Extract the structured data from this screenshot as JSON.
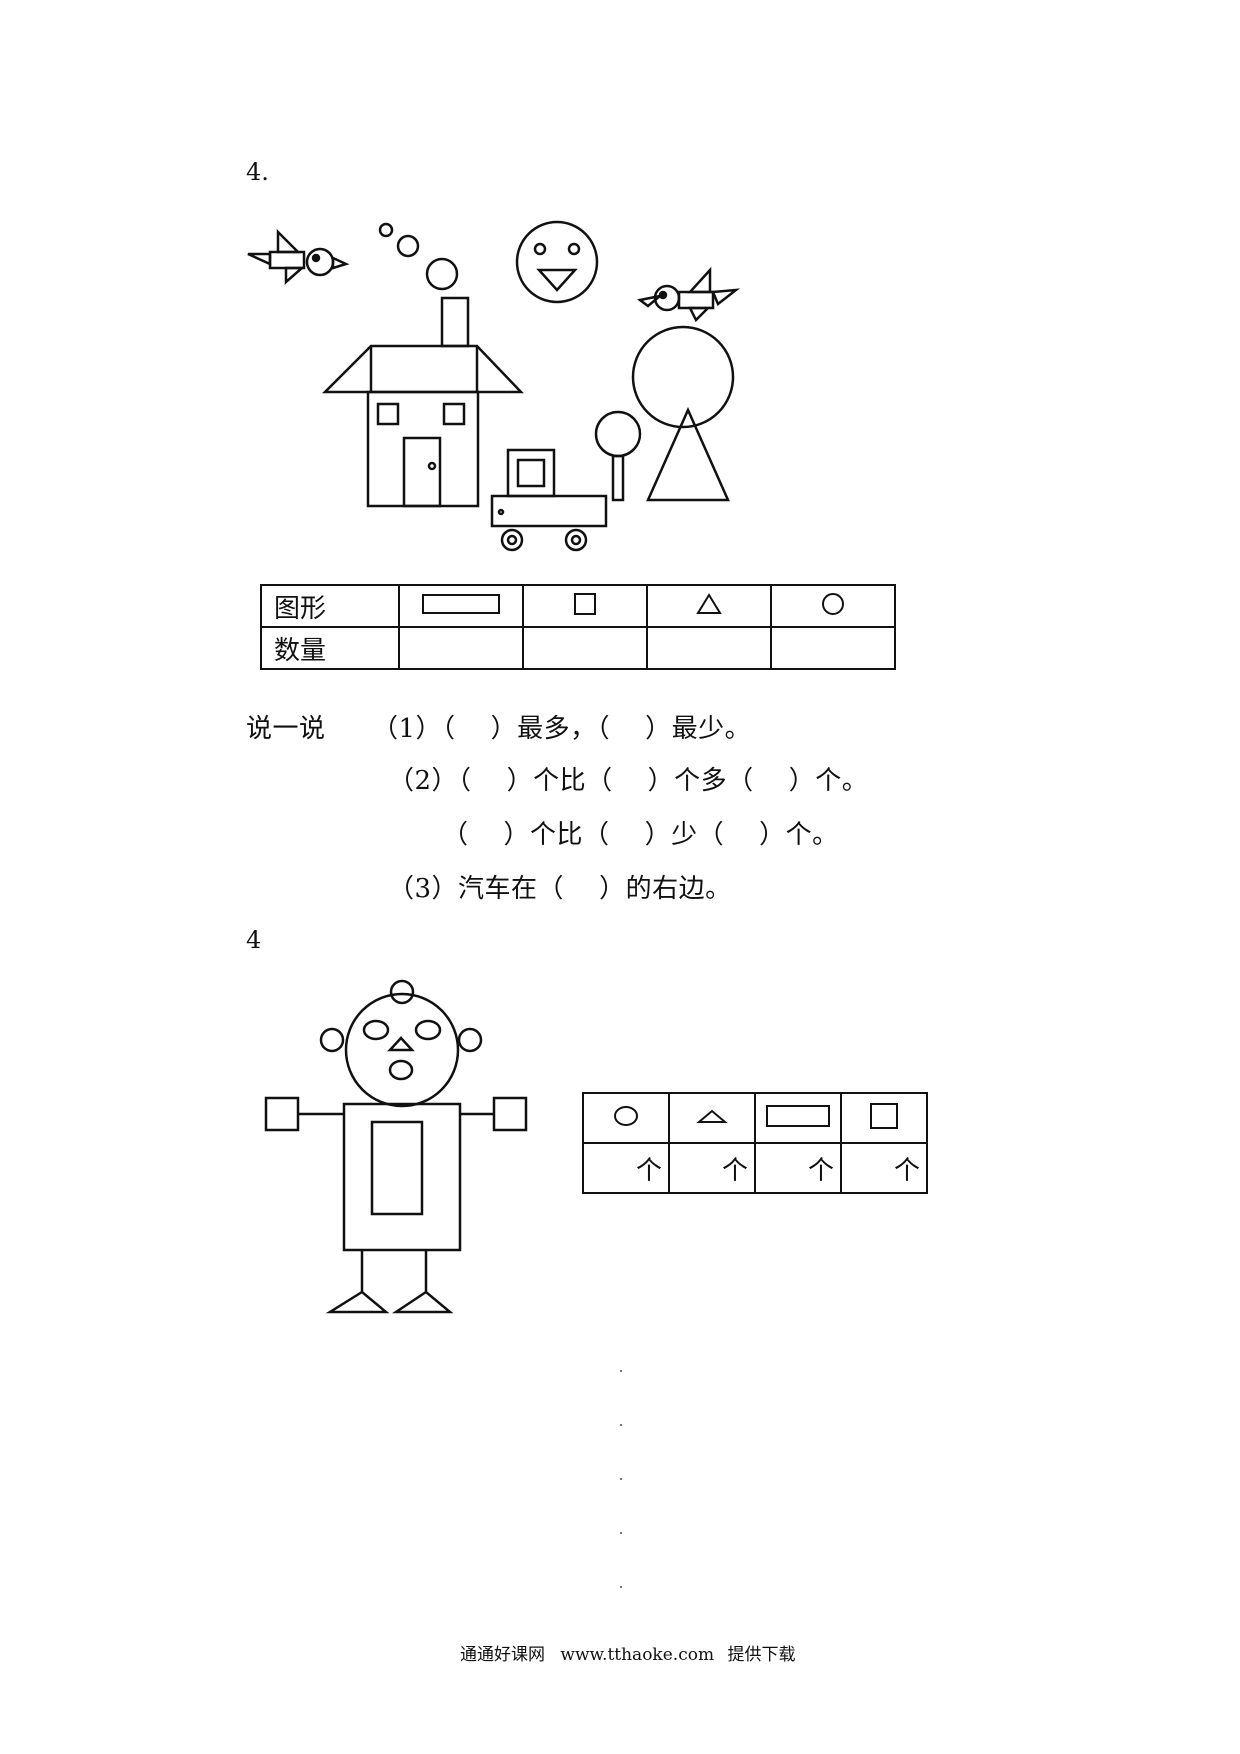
{
  "problem1": {
    "number": "4.",
    "table": {
      "row1_label": "图形",
      "row2_label": "数量",
      "shapes": [
        "rectangle-icon",
        "square-icon",
        "triangle-icon",
        "circle-icon"
      ]
    },
    "talk": {
      "label": "说一说",
      "q1": "（1）（    ）最多，（    ）最少。",
      "q2a": "（2）（    ）个比（    ）个多（    ）个。",
      "q2b": "（    ）个比（    ）少（    ）个。",
      "q3": "（3）汽车在（    ）的右边。"
    }
  },
  "problem2": {
    "number": "4",
    "table": {
      "shapes": [
        "circle-icon",
        "triangle-icon",
        "rectangle-icon",
        "square-icon"
      ],
      "unit": "个"
    }
  },
  "footer": {
    "site": "通通好课网",
    "url": "www.tthaoke.com",
    "suffix": "提供下载"
  }
}
